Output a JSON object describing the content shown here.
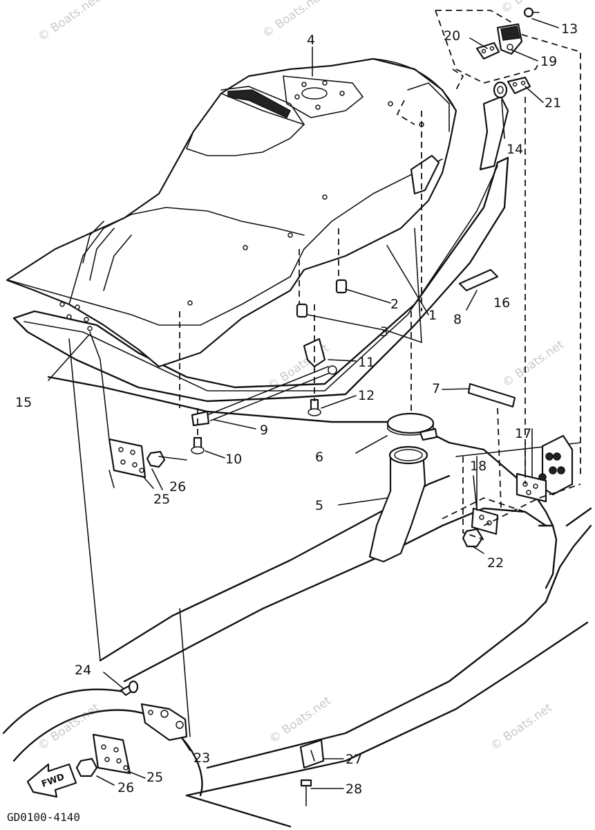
{
  "diagram": {
    "code": "GD0100-4140",
    "fwd_label": "FWD",
    "watermark": "© Boats.net",
    "callouts": [
      "1",
      "2",
      "3",
      "4",
      "5",
      "6",
      "7",
      "8",
      "9",
      "10",
      "11",
      "12",
      "13",
      "14",
      "15",
      "16",
      "17",
      "18",
      "19",
      "20",
      "21",
      "22",
      "23",
      "24",
      "25",
      "25",
      "26",
      "26",
      "27",
      "28"
    ]
  }
}
